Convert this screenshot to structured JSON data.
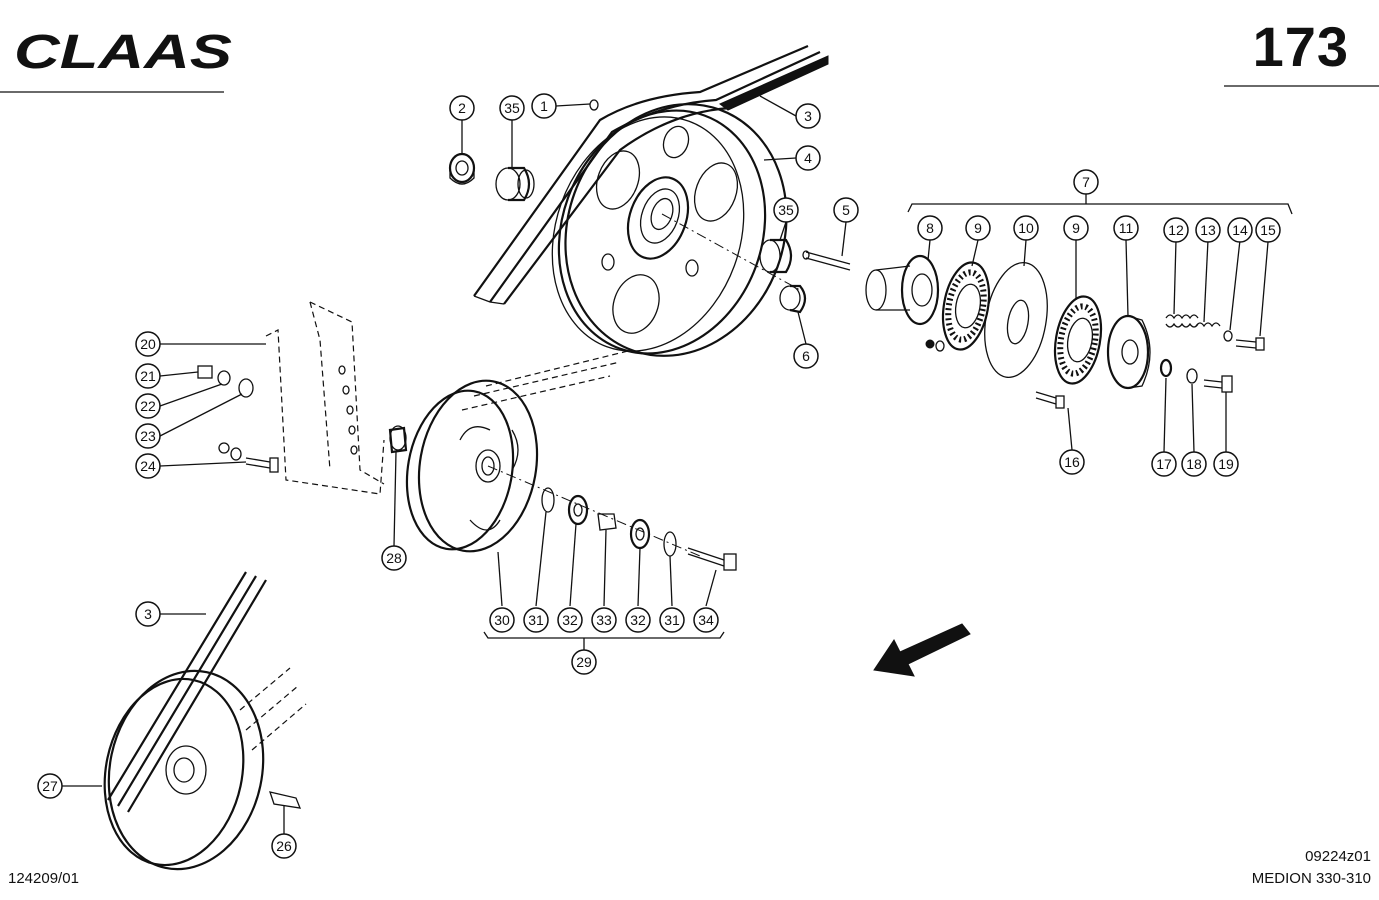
{
  "header": {
    "brand": "CLAAS",
    "page_number": "173"
  },
  "footer": {
    "drawing_ref": "124209/01",
    "figure_code": "09224z01",
    "model": "MEDION 330-310"
  },
  "callouts": {
    "c1": "1",
    "c2": "2",
    "c3a": "3",
    "c3b": "3",
    "c4": "4",
    "c5": "5",
    "c6": "6",
    "c7": "7",
    "c8": "8",
    "c9a": "9",
    "c9b": "9",
    "c10": "10",
    "c11": "11",
    "c12": "12",
    "c13": "13",
    "c14": "14",
    "c15": "15",
    "c16": "16",
    "c17": "17",
    "c18": "18",
    "c19": "19",
    "c20": "20",
    "c21": "21",
    "c22": "22",
    "c23": "23",
    "c24": "24",
    "c26": "26",
    "c27": "27",
    "c28": "28",
    "c29": "29",
    "c30": "30",
    "c31a": "31",
    "c31b": "31",
    "c32a": "32",
    "c32b": "32",
    "c33": "33",
    "c34": "34",
    "c35a": "35",
    "c35b": "35"
  }
}
